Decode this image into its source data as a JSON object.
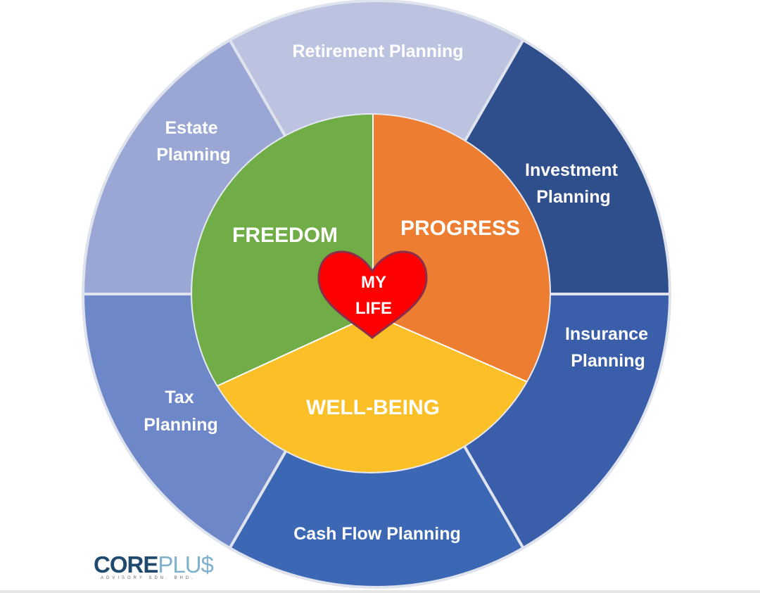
{
  "outer_ring": [
    {
      "lines": [
        "Retirement  Planning"
      ],
      "color": "#bcc3e0"
    },
    {
      "lines": [
        "Investment",
        "Planning"
      ],
      "color": "#2f4f8c"
    },
    {
      "lines": [
        "Insurance",
        "Planning"
      ],
      "color": "#3a5ea9"
    },
    {
      "lines": [
        "Cash Flow Planning"
      ],
      "color": "#3c67b4"
    },
    {
      "lines": [
        "Tax",
        "Planning"
      ],
      "color": "#6e87c8"
    },
    {
      "lines": [
        "Estate",
        "Planning"
      ],
      "color": "#9aa7d4"
    }
  ],
  "inner_pie": [
    {
      "label": "FREEDOM",
      "color": "#70ad47"
    },
    {
      "label": "PROGRESS",
      "color": "#ed7d31"
    },
    {
      "label": "WELL-BEING",
      "color": "#fbbf28"
    }
  ],
  "heart": {
    "line1": "MY",
    "line2": "LIFE",
    "color": "#ff0000",
    "outline": "#8b2e4a"
  },
  "logo": {
    "main_bold": "CORE",
    "main_light": "PLU$",
    "sub": "ADVISORY SDN. BHD."
  }
}
